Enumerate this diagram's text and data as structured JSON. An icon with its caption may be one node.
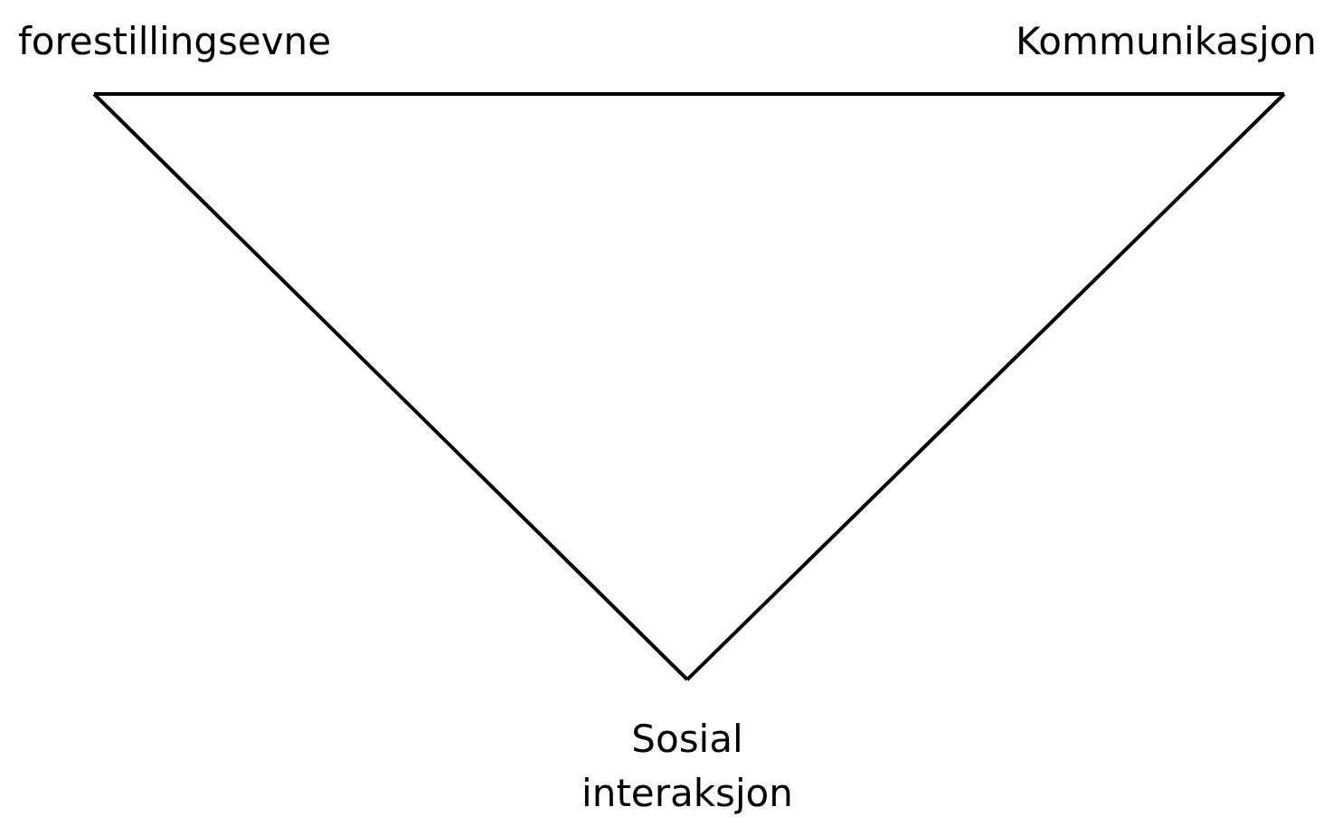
{
  "diagram": {
    "nodes": [
      {
        "text": [
          "forestillingsevne"
        ]
      },
      {
        "text": [
          "Kommunikasjon"
        ]
      },
      {
        "text": [
          "Sosial interaksjon"
        ]
      }
    ],
    "edges": [
      {
        "from": 0,
        "to": 1,
        "arrow": "none"
      },
      {
        "from": 1,
        "to": 2,
        "arrow": "none"
      },
      {
        "from": 2,
        "to": 0,
        "arrow": "none"
      }
    ]
  }
}
